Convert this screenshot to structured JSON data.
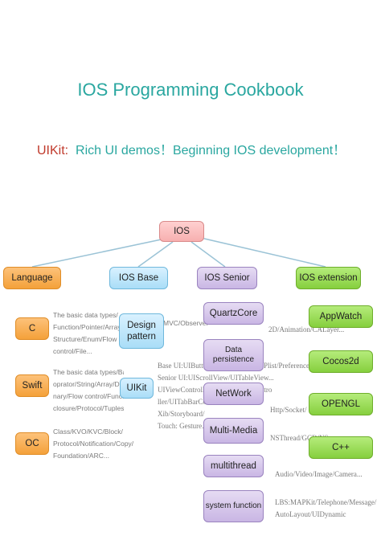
{
  "title": "IOS Programming Cookbook",
  "subtitle": {
    "keyword": "UIKit:",
    "rest": "  Rich UI demos！Beginning IOS development！"
  },
  "root": "IOS",
  "categories": [
    "Language",
    "IOS Base",
    "IOS Senior",
    "IOS extension"
  ],
  "language": {
    "items": [
      {
        "label": "C",
        "desc": [
          "The basic data types/",
          "Function/Pointer/Array/",
          "Structure/Enum/Flow",
          "control/File..."
        ]
      },
      {
        "label": "Swift",
        "desc": [
          "The basic data types/Base",
          "oprator/String/Array/Dictio",
          "nary/Flow control/Function/",
          "closure/Protocol/Tuples..."
        ]
      },
      {
        "label": "OC",
        "desc": [
          "Class/KVO/KVC/Block/",
          "Protocol/Notification/Copy/",
          "Foundation/ARC..."
        ]
      }
    ]
  },
  "base": {
    "design_pattern": "Design pattern",
    "design_pattern_desc": "MVC/Observer/Delegate/Singleton",
    "uikit": "UIKit",
    "uikit_desc": [
      "Base UI:UIButton/UILabel/UIT...",
      "Senior UI:UIScrollView/UITableView...",
      "UIViewController/UINavigationContro",
      "ller/UITabBarController/",
      "Xib/Storyboard/",
      "Touch: Gesture..."
    ]
  },
  "senior": {
    "items": [
      "QuartzCore",
      "Data persistence",
      "NetWork",
      "Multi-Media",
      "multithread",
      "system function"
    ],
    "descs": [
      "2D/Animation/CALayer...",
      "Plist/Preference/SQLite/CoreData",
      "Http/Socket/...",
      "NSThread/GCD/NSOperation",
      "Audio/Video/Image/Camera...",
      "LBS:MAPKit/Telephone/Message/",
      "AutoLayout/UIDynamic"
    ]
  },
  "extension": [
    "AppWatch",
    "Cocos2d",
    "OPENGL",
    "C++"
  ],
  "colors": {
    "teal": "#2aa7a0",
    "red": "#c0392b",
    "line": "#9bc3d6"
  }
}
